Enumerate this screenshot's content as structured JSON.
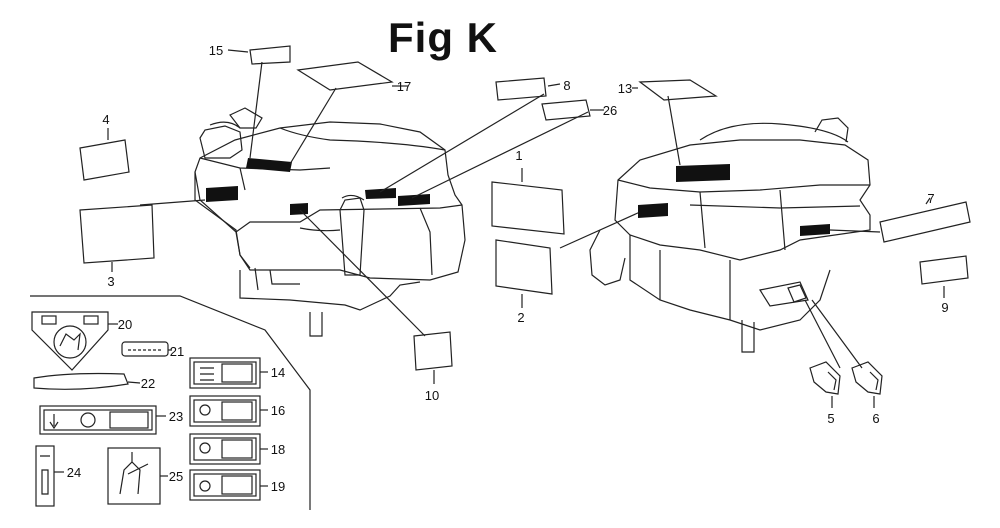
{
  "figure": {
    "title": "Fig K"
  },
  "callouts": [
    {
      "id": "c1",
      "label": "1"
    },
    {
      "id": "c2",
      "label": "2"
    },
    {
      "id": "c3",
      "label": "3"
    },
    {
      "id": "c4",
      "label": "4"
    },
    {
      "id": "c5",
      "label": "5"
    },
    {
      "id": "c6",
      "label": "6"
    },
    {
      "id": "c7",
      "label": "7"
    },
    {
      "id": "c8",
      "label": "8"
    },
    {
      "id": "c9",
      "label": "9"
    },
    {
      "id": "c10",
      "label": "10"
    },
    {
      "id": "c13",
      "label": "13"
    },
    {
      "id": "c14",
      "label": "14"
    },
    {
      "id": "c15",
      "label": "15"
    },
    {
      "id": "c16",
      "label": "16"
    },
    {
      "id": "c17",
      "label": "17"
    },
    {
      "id": "c18",
      "label": "18"
    },
    {
      "id": "c19",
      "label": "19"
    },
    {
      "id": "c20",
      "label": "20"
    },
    {
      "id": "c21",
      "label": "21"
    },
    {
      "id": "c22",
      "label": "22"
    },
    {
      "id": "c23",
      "label": "23"
    },
    {
      "id": "c24",
      "label": "24"
    },
    {
      "id": "c25",
      "label": "25"
    },
    {
      "id": "c26",
      "label": "26"
    }
  ]
}
